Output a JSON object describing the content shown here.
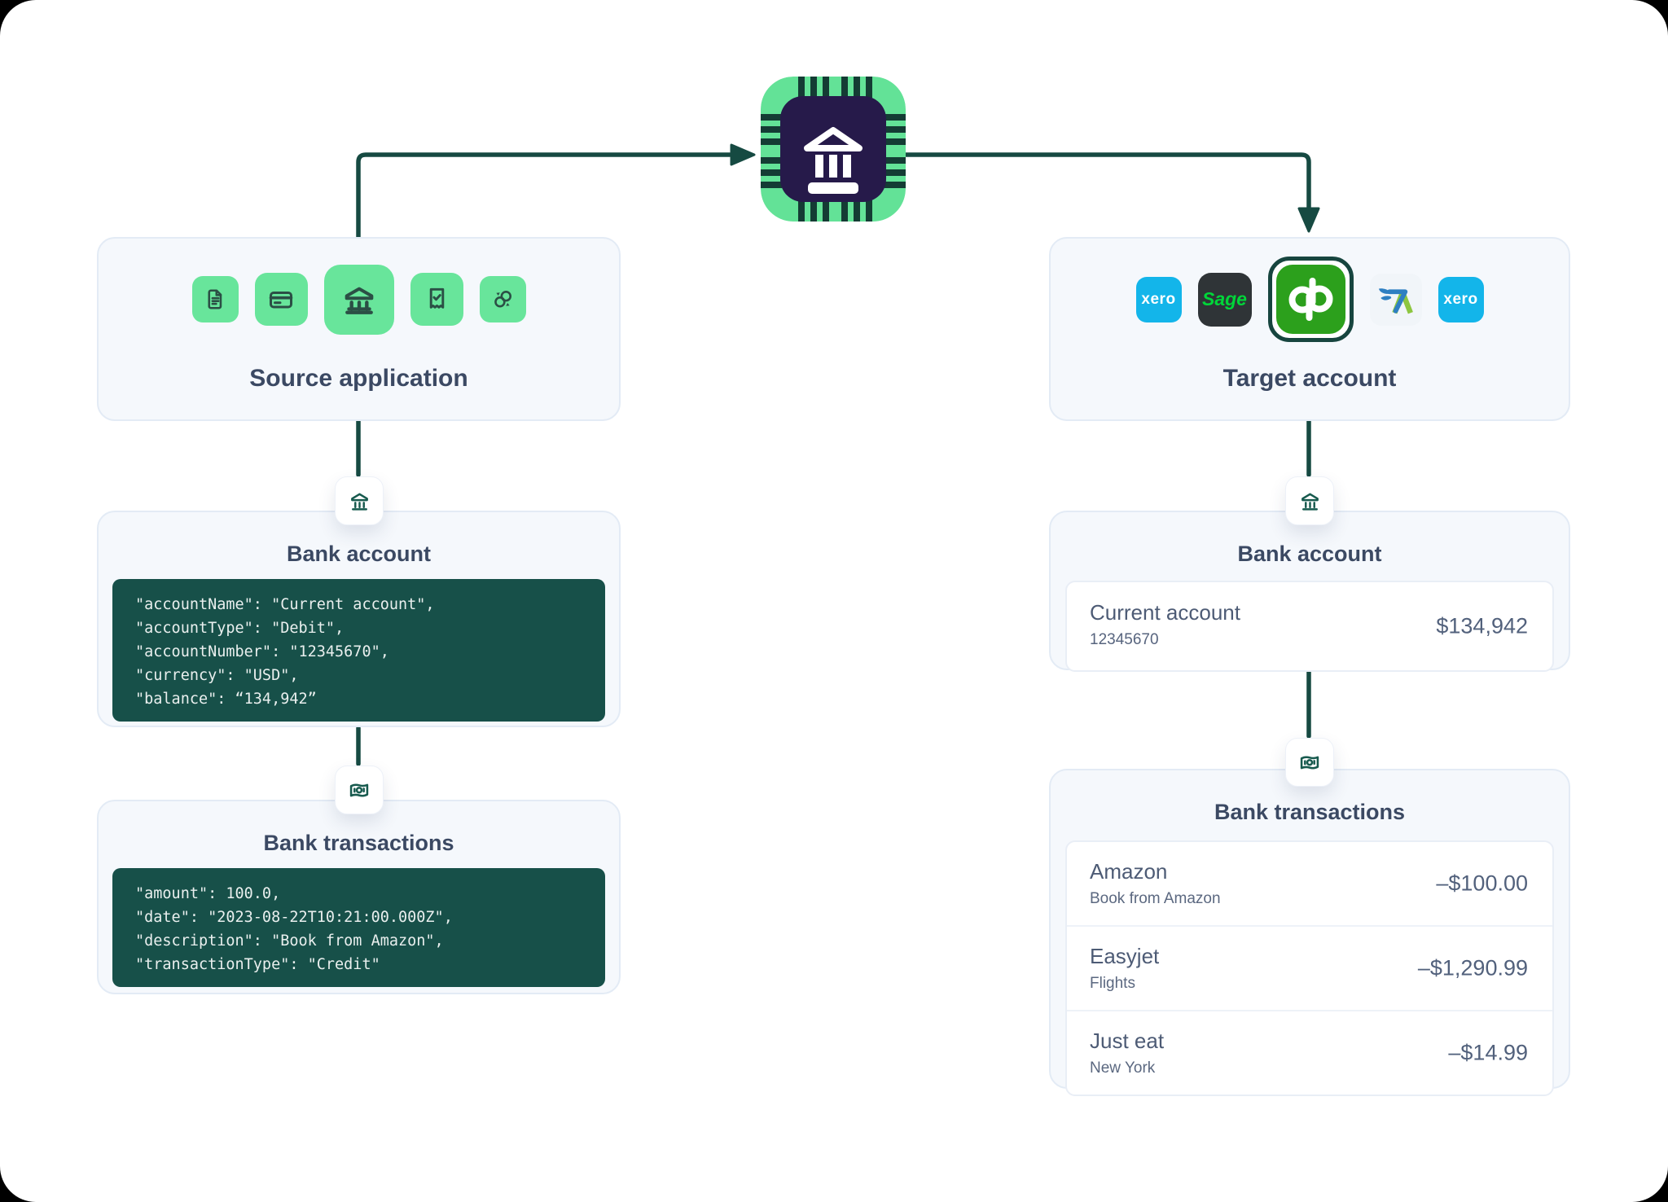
{
  "colors": {
    "accent_green": "#68e59b",
    "dark_teal": "#164a42",
    "code_background": "#175049",
    "chip_inner_purple": "#261a4a",
    "panel_background": "#f5f8fc",
    "heading_slate": "#3b4963",
    "xero_blue": "#13b5ea",
    "sage_green": "#00d639",
    "quickbooks_green": "#2ca01c"
  },
  "center_chip": {
    "icon": "bank-chip-icon"
  },
  "source_panel": {
    "title": "Source application",
    "icons": [
      {
        "name": "document-icon"
      },
      {
        "name": "credit-card-icon"
      },
      {
        "name": "bank-icon"
      },
      {
        "name": "receipt-icon"
      },
      {
        "name": "sync-icon"
      }
    ]
  },
  "target_panel": {
    "title": "Target account",
    "apps": [
      {
        "name": "xero",
        "label": "xero"
      },
      {
        "name": "sage",
        "label": "Sage"
      },
      {
        "name": "quickbooks"
      },
      {
        "name": "freeagent"
      },
      {
        "name": "xero",
        "label": "xero"
      }
    ]
  },
  "source_bank_account": {
    "title": "Bank account",
    "code_lines": [
      "\"accountName\": \"Current account\",",
      "\"accountType\": \"Debit\",",
      "\"accountNumber\": \"12345670\",",
      "\"currency\": \"USD\",",
      "\"balance\": “134,942”"
    ]
  },
  "source_bank_transactions": {
    "title": "Bank transactions",
    "code_lines": [
      "\"amount\": 100.0,",
      "\"date\": \"2023-08-22T10:21:00.000Z\",",
      "\"description\": \"Book from Amazon\",",
      "\"transactionType\": \"Credit\""
    ]
  },
  "target_bank_account": {
    "title": "Bank account",
    "account_name": "Current account",
    "account_number": "12345670",
    "balance": "$134,942"
  },
  "target_bank_transactions": {
    "title": "Bank transactions",
    "rows": [
      {
        "name": "Amazon",
        "description": "Book from Amazon",
        "amount": "–$100.00"
      },
      {
        "name": "Easyjet",
        "description": "Flights",
        "amount": "–$1,290.99"
      },
      {
        "name": "Just eat",
        "description": "New York",
        "amount": "–$14.99"
      }
    ]
  }
}
